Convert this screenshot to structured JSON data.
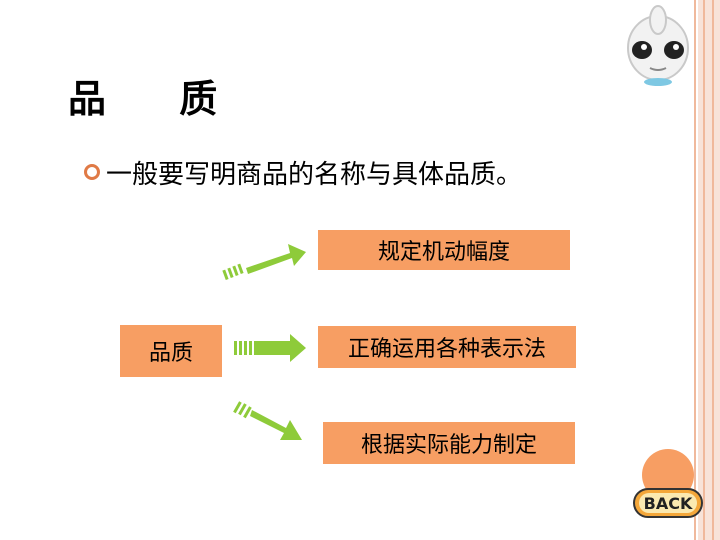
{
  "slide": {
    "title": "品 质",
    "bullet": "一般要写明商品的名称与具体品质。",
    "source_box": "品质",
    "targets": [
      {
        "label": "规定机动幅度"
      },
      {
        "label": "正确运用各种表示法"
      },
      {
        "label": "根据实际能力制定"
      }
    ],
    "back_button_label": "BACK"
  },
  "colors": {
    "box_fill": "#f79e63",
    "arrow_green": "#8ecb3a",
    "bullet_ring": "#e07a46",
    "border_peach": "#f8e3d9"
  },
  "icons": {
    "mascot": "mascot-face-icon",
    "back": "back-button-icon"
  }
}
